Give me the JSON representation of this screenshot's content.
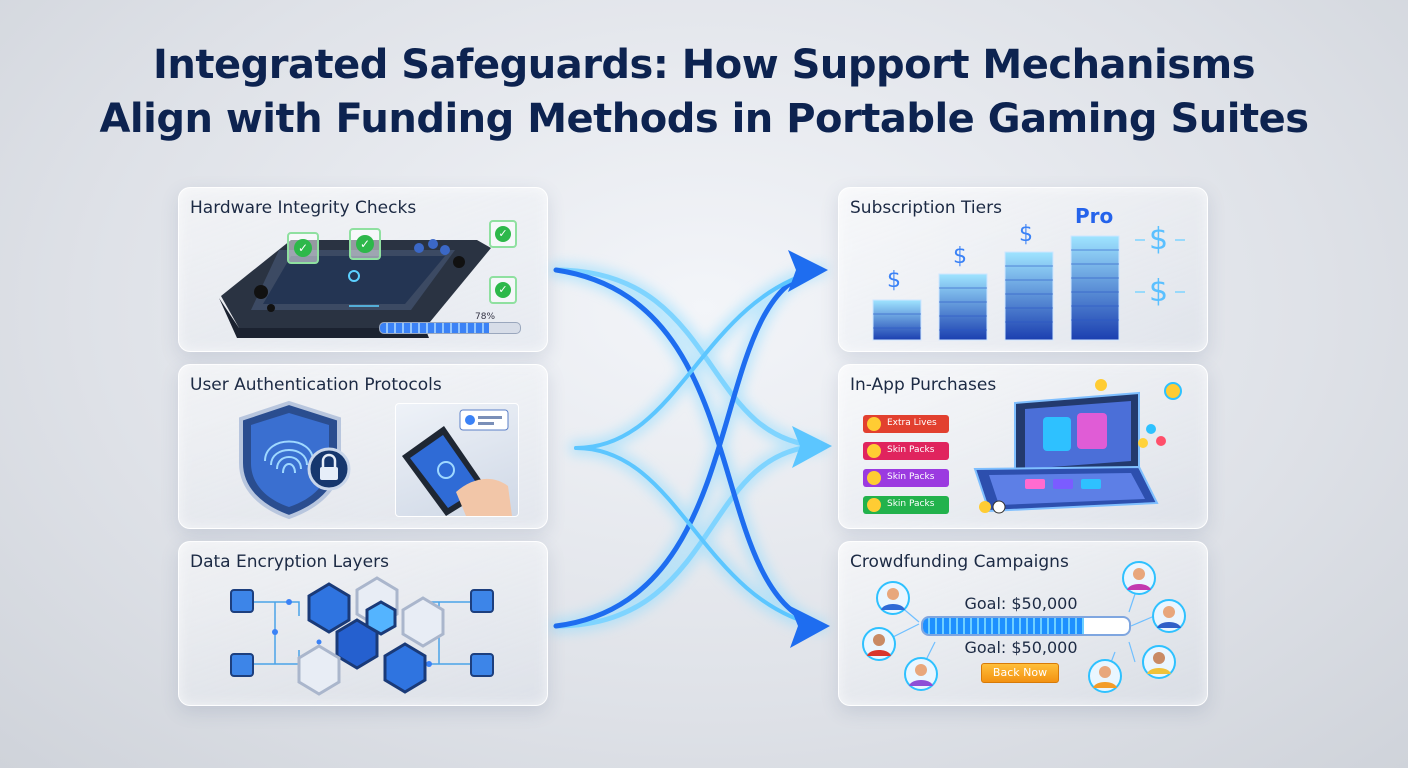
{
  "title": {
    "line1": "Integrated Safeguards: How Support Mechanisms",
    "line2": "Align with Funding Methods in Portable Gaming Suites"
  },
  "safeguards": [
    {
      "label": "Hardware Integrity Checks",
      "progress_text": "78%",
      "progress": 0.78
    },
    {
      "label": "User Authentication Protocols"
    },
    {
      "label": "Data Encryption Layers"
    }
  ],
  "funding": [
    {
      "label": "Subscription Tiers",
      "tier_labels": [
        "$",
        "$",
        "$",
        "Pro"
      ],
      "side_symbols": [
        "$",
        "$"
      ]
    },
    {
      "label": "In-App Purchases",
      "items": [
        "Extra Lives",
        "Skin Packs",
        "Skin Packs",
        "Skin Packs"
      ]
    },
    {
      "label": "Crowdfunding Campaigns",
      "goal_top": "Goal: $50,000",
      "goal_bottom": "Goal: $50,000",
      "button": "Back Now",
      "progress": 0.78
    }
  ],
  "colors": {
    "title": "#0d2350",
    "flow": "#1e6df0",
    "flow_glow": "#7fd4ff",
    "check": "#2db84a",
    "accent": "#2563eb",
    "button": "#f7a21b"
  },
  "icons": [
    "check-icon",
    "shield-fingerprint-icon",
    "padlock-icon",
    "hexagon-cube-icon",
    "dollar-icon",
    "coin-icon",
    "avatar-icon"
  ]
}
